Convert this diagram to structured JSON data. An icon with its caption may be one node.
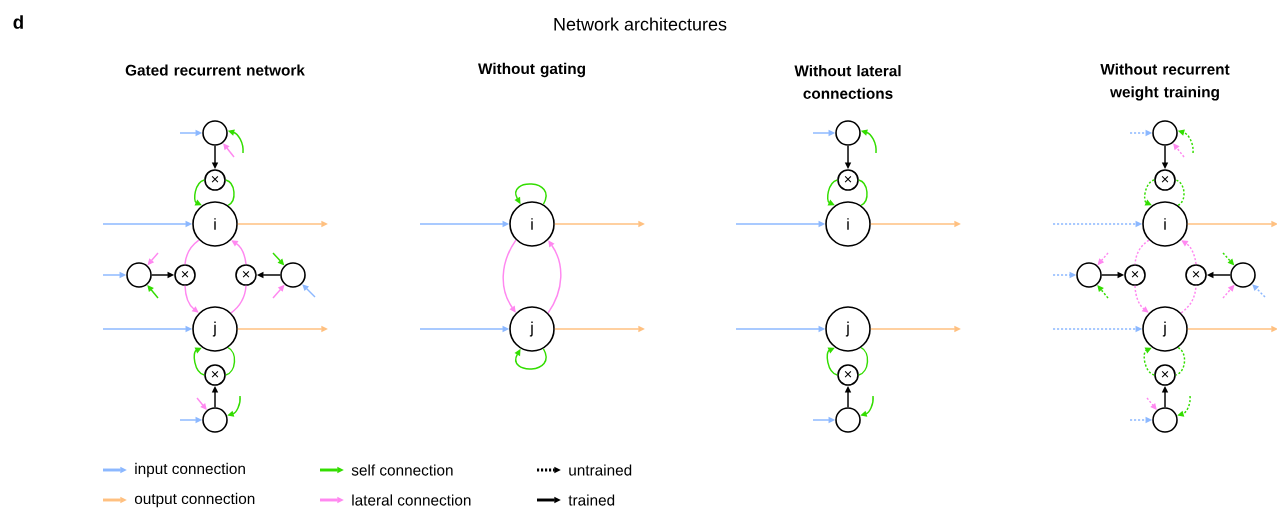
{
  "diagram": {
    "title": "Network architectures",
    "nodes": [
      {
        "text": [],
        "shape": "circle"
      },
      {
        "text": [
          "×"
        ]
      },
      {
        "text": [
          "i"
        ]
      },
      {
        "text": [],
        "shape": "circle"
      },
      {
        "text": [
          "×"
        ]
      },
      {
        "text": [
          "×"
        ]
      },
      {
        "text": [],
        "shape": "circle"
      },
      {
        "text": [
          "j"
        ]
      },
      {
        "text": [
          "×"
        ]
      },
      {
        "text": [],
        "shape": "circle"
      },
      {
        "text": [
          "i"
        ]
      },
      {
        "text": [
          "j"
        ]
      },
      {
        "text": [],
        "shape": "circle"
      },
      {
        "text": [
          "×"
        ]
      },
      {
        "text": [
          "i"
        ]
      },
      {
        "text": [
          "j"
        ]
      },
      {
        "text": [
          "×"
        ]
      },
      {
        "text": [],
        "shape": "circle"
      },
      {
        "text": [],
        "shape": "circle"
      },
      {
        "text": [
          "×"
        ]
      },
      {
        "text": [
          "i"
        ]
      },
      {
        "text": [],
        "shape": "circle"
      },
      {
        "text": [
          "×"
        ]
      },
      {
        "text": [
          "×"
        ]
      },
      {
        "text": [],
        "shape": "circle"
      },
      {
        "text": [
          "j"
        ]
      },
      {
        "text": [
          "×"
        ]
      },
      {
        "text": [],
        "shape": "circle"
      }
    ],
    "edges": [
      {
        "from": null,
        "to": 0,
        "arrow": "to",
        "color": "#8cb8ff"
      },
      {
        "from": null,
        "to": 2,
        "arrow": "to",
        "color": "#8cb8ff"
      },
      {
        "from": null,
        "to": 3,
        "arrow": "to",
        "color": "#8cb8ff"
      },
      {
        "from": null,
        "to": 6,
        "arrow": "to",
        "color": "#8cb8ff"
      },
      {
        "from": null,
        "to": 7,
        "arrow": "to",
        "color": "#8cb8ff"
      },
      {
        "from": null,
        "to": 9,
        "arrow": "to",
        "color": "#8cb8ff"
      },
      {
        "from": 2,
        "to": null,
        "arrow": "to",
        "color": "#ffc080"
      },
      {
        "from": 7,
        "to": null,
        "arrow": "to",
        "color": "#ffc080"
      },
      {
        "from": null,
        "to": 0,
        "arrow": "to",
        "color": "#ff88f0"
      },
      {
        "from": null,
        "to": 0,
        "arrow": "to",
        "color": "#33dd00"
      },
      {
        "from": 0,
        "to": 1,
        "arrow": "to",
        "color": "#000000"
      },
      {
        "from": 2,
        "to": 1,
        "arrow": "none",
        "color": "#33dd00"
      },
      {
        "from": 1,
        "to": 2,
        "arrow": "to",
        "color": "#33dd00"
      },
      {
        "from": null,
        "to": 3,
        "arrow": "to",
        "color": "#ff88f0"
      },
      {
        "from": null,
        "to": 3,
        "arrow": "to",
        "color": "#33dd00"
      },
      {
        "from": 3,
        "to": 4,
        "arrow": "to",
        "color": "#000000"
      },
      {
        "from": 2,
        "to": 4,
        "arrow": "none",
        "color": "#ff88f0"
      },
      {
        "from": 4,
        "to": 7,
        "arrow": "to",
        "color": "#ff88f0"
      },
      {
        "from": null,
        "to": 6,
        "arrow": "to",
        "color": "#33dd00"
      },
      {
        "from": null,
        "to": 6,
        "arrow": "to",
        "color": "#ff88f0"
      },
      {
        "from": 6,
        "to": 5,
        "arrow": "to",
        "color": "#000000"
      },
      {
        "from": 7,
        "to": 5,
        "arrow": "none",
        "color": "#ff88f0"
      },
      {
        "from": 5,
        "to": 2,
        "arrow": "to",
        "color": "#ff88f0"
      },
      {
        "from": 7,
        "to": 8,
        "arrow": "none",
        "color": "#33dd00"
      },
      {
        "from": 8,
        "to": 7,
        "arrow": "to",
        "color": "#33dd00"
      },
      {
        "from": null,
        "to": 9,
        "arrow": "to",
        "color": "#ff88f0"
      },
      {
        "from": null,
        "to": 9,
        "arrow": "to",
        "color": "#33dd00"
      },
      {
        "from": 9,
        "to": 8,
        "arrow": "to",
        "color": "#000000"
      },
      {
        "from": null,
        "to": 10,
        "arrow": "to",
        "color": "#8cb8ff"
      },
      {
        "from": null,
        "to": 11,
        "arrow": "to",
        "color": "#8cb8ff"
      },
      {
        "from": 10,
        "to": null,
        "arrow": "to",
        "color": "#ffc080"
      },
      {
        "from": 11,
        "to": null,
        "arrow": "to",
        "color": "#ffc080"
      },
      {
        "from": 10,
        "to": 10,
        "arrow": "to",
        "color": "#33dd00"
      },
      {
        "from": 11,
        "to": 11,
        "arrow": "to",
        "color": "#33dd00"
      },
      {
        "from": 10,
        "to": 11,
        "arrow": "to",
        "color": "#ff88f0"
      },
      {
        "from": 11,
        "to": 10,
        "arrow": "to",
        "color": "#ff88f0"
      },
      {
        "from": null,
        "to": 12,
        "arrow": "to",
        "color": "#8cb8ff"
      },
      {
        "from": null,
        "to": 14,
        "arrow": "to",
        "color": "#8cb8ff"
      },
      {
        "from": null,
        "to": 15,
        "arrow": "to",
        "color": "#8cb8ff"
      },
      {
        "from": null,
        "to": 17,
        "arrow": "to",
        "color": "#8cb8ff"
      },
      {
        "from": 14,
        "to": null,
        "arrow": "to",
        "color": "#ffc080"
      },
      {
        "from": 15,
        "to": null,
        "arrow": "to",
        "color": "#ffc080"
      },
      {
        "from": null,
        "to": 12,
        "arrow": "to",
        "color": "#33dd00"
      },
      {
        "from": 12,
        "to": 13,
        "arrow": "to",
        "color": "#000000"
      },
      {
        "from": 14,
        "to": 13,
        "arrow": "none",
        "color": "#33dd00"
      },
      {
        "from": 13,
        "to": 14,
        "arrow": "to",
        "color": "#33dd00"
      },
      {
        "from": 15,
        "to": 16,
        "arrow": "none",
        "color": "#33dd00"
      },
      {
        "from": 16,
        "to": 15,
        "arrow": "to",
        "color": "#33dd00"
      },
      {
        "from": null,
        "to": 17,
        "arrow": "to",
        "color": "#33dd00"
      },
      {
        "from": 17,
        "to": 16,
        "arrow": "to",
        "color": "#000000"
      },
      {
        "from": null,
        "to": 18,
        "arrow": "to",
        "style": "dashed",
        "color": "#8cb8ff"
      },
      {
        "from": null,
        "to": 20,
        "arrow": "to",
        "style": "dashed",
        "color": "#8cb8ff"
      },
      {
        "from": null,
        "to": 21,
        "arrow": "to",
        "style": "dashed",
        "color": "#8cb8ff"
      },
      {
        "from": null,
        "to": 24,
        "arrow": "to",
        "style": "dashed",
        "color": "#8cb8ff"
      },
      {
        "from": null,
        "to": 25,
        "arrow": "to",
        "style": "dashed",
        "color": "#8cb8ff"
      },
      {
        "from": null,
        "to": 27,
        "arrow": "to",
        "style": "dashed",
        "color": "#8cb8ff"
      },
      {
        "from": 20,
        "to": null,
        "arrow": "to",
        "color": "#ffc080"
      },
      {
        "from": 25,
        "to": null,
        "arrow": "to",
        "color": "#ffc080"
      },
      {
        "from": null,
        "to": 18,
        "arrow": "to",
        "style": "dashed",
        "color": "#ff88f0"
      },
      {
        "from": null,
        "to": 18,
        "arrow": "to",
        "style": "dashed",
        "color": "#33dd00"
      },
      {
        "from": 18,
        "to": 19,
        "arrow": "to",
        "color": "#000000"
      },
      {
        "from": 20,
        "to": 19,
        "arrow": "none",
        "style": "dashed",
        "color": "#33dd00"
      },
      {
        "from": 19,
        "to": 20,
        "arrow": "to",
        "style": "dashed",
        "color": "#33dd00"
      },
      {
        "from": null,
        "to": 21,
        "arrow": "to",
        "style": "dashed",
        "color": "#ff88f0"
      },
      {
        "from": null,
        "to": 21,
        "arrow": "to",
        "style": "dashed",
        "color": "#33dd00"
      },
      {
        "from": 21,
        "to": 22,
        "arrow": "to",
        "color": "#000000"
      },
      {
        "from": 20,
        "to": 22,
        "arrow": "none",
        "style": "dashed",
        "color": "#ff88f0"
      },
      {
        "from": 22,
        "to": 25,
        "arrow": "to",
        "style": "dashed",
        "color": "#ff88f0"
      },
      {
        "from": null,
        "to": 24,
        "arrow": "to",
        "style": "dashed",
        "color": "#33dd00"
      },
      {
        "from": null,
        "to": 24,
        "arrow": "to",
        "style": "dashed",
        "color": "#ff88f0"
      },
      {
        "from": 24,
        "to": 23,
        "arrow": "to",
        "color": "#000000"
      },
      {
        "from": 25,
        "to": 23,
        "arrow": "none",
        "style": "dashed",
        "color": "#ff88f0"
      },
      {
        "from": 23,
        "to": 20,
        "arrow": "to",
        "style": "dashed",
        "color": "#ff88f0"
      },
      {
        "from": 25,
        "to": 26,
        "arrow": "none",
        "style": "dashed",
        "color": "#33dd00"
      },
      {
        "from": 26,
        "to": 25,
        "arrow": "to",
        "style": "dashed",
        "color": "#33dd00"
      },
      {
        "from": null,
        "to": 27,
        "arrow": "to",
        "style": "dashed",
        "color": "#ff88f0"
      },
      {
        "from": null,
        "to": 27,
        "arrow": "to",
        "style": "dashed",
        "color": "#33dd00"
      },
      {
        "from": 27,
        "to": 26,
        "arrow": "to",
        "color": "#000000"
      }
    ],
    "labels": [
      "d",
      "Gated recurrent network",
      "Without gating",
      "Without lateral connections",
      "Without recurrent weight training"
    ],
    "legend": [
      {
        "text": "input connection",
        "color": "#8cb8ff"
      },
      {
        "text": "self connection",
        "color": "#33dd00"
      },
      {
        "text": "untrained"
      },
      {
        "text": "output connection",
        "color": "#ffc080"
      },
      {
        "text": "lateral connection",
        "color": "#ff88f0"
      },
      {
        "text": "trained"
      }
    ]
  }
}
